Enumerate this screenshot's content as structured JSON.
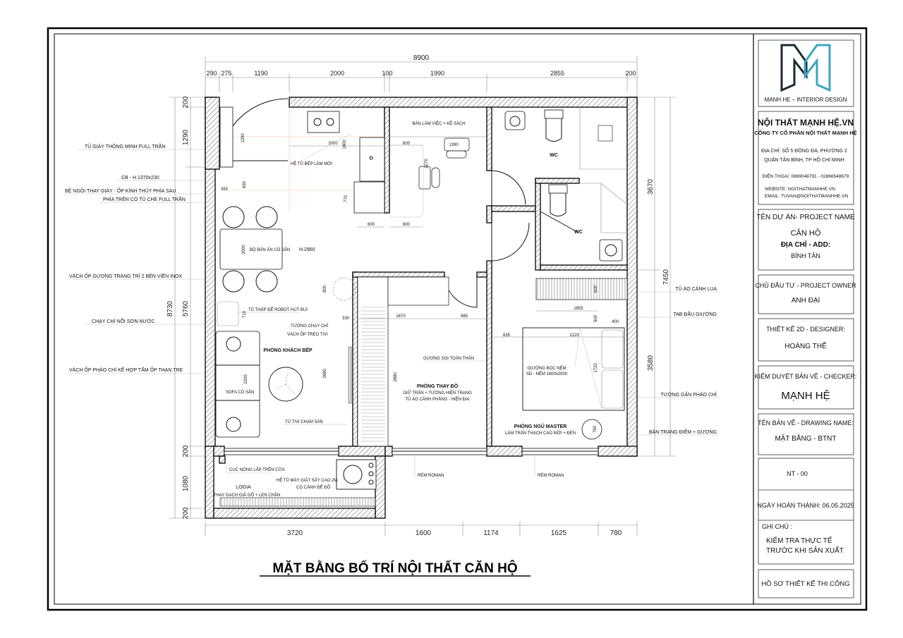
{
  "drawing": {
    "title": "MẶT BẰNG BỐ TRÍ NỘI THẤT CĂN HỘ",
    "top_overall": "8900",
    "top_dims": [
      "290",
      "275",
      "1190",
      "2000",
      "100",
      "1990",
      "2855",
      "200"
    ],
    "bottom_dims": [
      "3720",
      "1600",
      "1174",
      "1625",
      "780"
    ],
    "left_dims": [
      "200",
      "1290",
      "5760",
      "8730",
      "200",
      "1080",
      "200"
    ],
    "right_dims": [
      "3670",
      "3580",
      "7450"
    ],
    "left_annotations": [
      "TỦ GIÀY THÔNG MINH FULL TRẦN",
      "CB - H.1370x230",
      "BỆ NGỒI THAY GIÀY - ỐP KÍNH THỦY PHÍA SAU",
      "PHÍA TRÊN CÓ TỦ CHE FULL TRẦN",
      "VÁCH ỐP GƯƠNG TRANG TRÍ 2 BÊN VIỀN INOX",
      "CHẠY CHỈ NỔI SƠN NƯỚC",
      "VÁCH ỐP PHÀO CHỈ KẾ HỢP TẤM ỐP THAN TRE"
    ],
    "right_annotations": [
      "TỦ ÁO CÁNH LÙA",
      "TAB ĐẦU GIƯỜNG",
      "TƯỜNG GẮN PHÀO CHỈ",
      "BÀN TRANG ĐIỂM + GƯƠNG"
    ],
    "interior_labels": {
      "work_desk": "BÀN LÀM VIỆC + KỆ SÁCH",
      "kitchen": "HỆ TỦ BẾP LÀM MỚI",
      "wc1": "WC",
      "wc2": "WC",
      "dining": "BỘ BÀN ĂN CÓ SẴN",
      "height": "H.2960",
      "robot": "TỦ THẤP ĐỂ ROBOT HÚT BỤI",
      "tv_wall_1": "TƯỜNG CHẠY CHỈ",
      "tv_wall_2": "VÁCH  ỐP TREO TIVI",
      "living": "PHÒNG KHÁCH BẾP",
      "sofa": "SOFA CÓ SẴN",
      "tv_cabinet": "TỦ TIVI CHẠM SÀN",
      "mirror": "GƯƠNG SOI TOÀN THÂN",
      "dressing": "PHÒNG THAY ĐỒ",
      "dressing_sub1": "GIỮ TRẦN + TƯỜNG HIỆN TRẠNG",
      "dressing_sub2": "TỦ ÁO CÁNH PHẲNG - HIỆN ĐẠI",
      "bed": "GIƯỜNG BỌC NỆM",
      "bed_sub": "SD - NỆM 1600x2000",
      "master": "PHÒNG NGỦ MASTER",
      "master_sub": "LÀM TRẦN THẠCH CAO MỚI + ĐÈN",
      "curtain1": "RÈM ROMAN",
      "curtain2": "RÈM ROMAN",
      "door_stop": "CỤC NÓNG LẮP TRÊN CỬA",
      "washer1": "HỆ TỦ MÁY GIẶT SẤY CAO 2M",
      "washer2": "CÓ CÁNH ĐỂ ĐỒ",
      "logia": "LOGIA",
      "logia_sub": "THAY GẠCH GIẢ GỖ + LEN CHÂN"
    },
    "interior_dims": {
      "d2000": "2000",
      "d1800": "1800",
      "d600a": "600",
      "d1390": "1390",
      "d2270": "2270",
      "d770": "770",
      "d600b": "600",
      "d600c": "600",
      "d1290": "1290",
      "d355": "355",
      "d650": "650",
      "d2000b": "2000",
      "d710": "710",
      "d800": "800",
      "d330": "330",
      "d1670": "1670",
      "d985": "985",
      "d2680": "2680",
      "d2200": "2200",
      "d2880": "2880",
      "d600d": "600",
      "d1855": "1855",
      "d500": "500",
      "d400": "400",
      "d635": "635",
      "d2120": "2120",
      "d1720": "1720",
      "d760": "760"
    }
  },
  "title_block": {
    "logo_text": "MANH HE – INTERIOR DESIGN",
    "logo_colors": {
      "dark": "#1b2a33",
      "accent": "#3aa6c1"
    },
    "company_site": "NỘI THẤT MẠNH HỆ.VN",
    "company_name": "CÔNG TY CỔ PHẦN NỘI THẤT MẠNH HỆ",
    "address_1": "ĐỊA CHỈ: SỐ 5 ĐÔNG ĐA, PHƯỜNG 2",
    "address_2": "QUẬN TÂN BÌNH, TP HỒ CHÍ MINH",
    "phone": "ĐIỆN THOẠI: 0869048791  -  02866548679",
    "website": "WEBSITE: NOITHATMANHHE.VN",
    "email": "EMAIL:  TUVAN@NOITHATMANHHE.VN",
    "project_label": "TÊN DỰ ÁN- PROJECT NAME",
    "project_value": "CĂN HỘ",
    "address_label": "ĐỊA CHỈ - ADD:",
    "address_value": "BÌNH TÂN",
    "owner_label": "CHỦ ĐẦU TƯ - PROJECT OWNER",
    "owner_value": "ANH ĐẠI",
    "designer_label": "THIẾT KẾ 2D - DESIGNER:",
    "designer_value": "HOÀNG THẾ",
    "checker_label": "KIỂM DUYỆT BẢN VẼ - CHECKER:",
    "checker_value": "MẠNH HỆ",
    "drawing_label": "TÊN BẢN VẼ - DRAWING NAME:",
    "drawing_value": "MẶT BẰNG - BTNT",
    "sheet_no": "NT - 00",
    "completion": "NGÀY HOÀN THÀNH: 06.05.2025",
    "note_label": "GHI CHÚ :",
    "note_1": "KIỂM TRA THỰC TẾ",
    "note_2": "TRƯỚC KHI SẢN XUẤT",
    "footer": "HỒ SƠ THIẾT KẾ THI CÔNG"
  }
}
